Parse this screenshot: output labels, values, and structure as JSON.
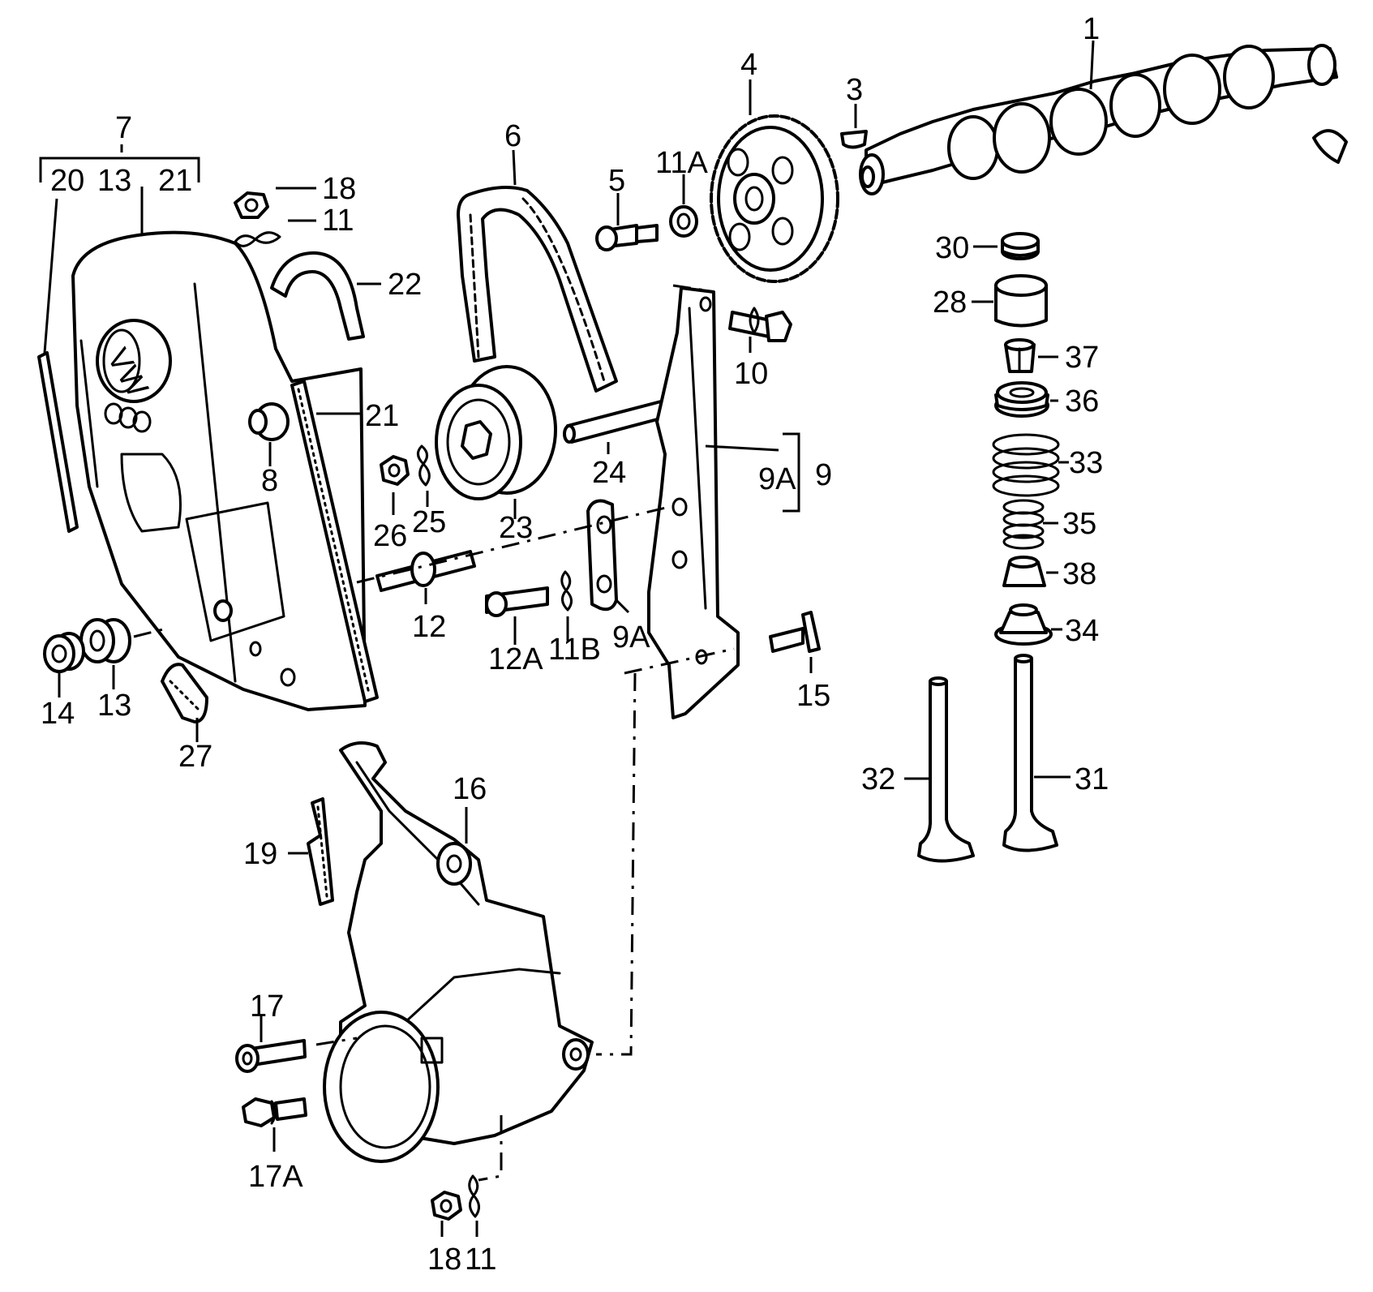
{
  "callouts": {
    "c1": "1",
    "c3": "3",
    "c4": "4",
    "c5": "5",
    "c6": "6",
    "c7": "7",
    "c7_20": "20",
    "c7_13": "13",
    "c7_21": "21",
    "c8": "8",
    "c9": "9",
    "c9A_brace": "9A",
    "c9A_plate": "9A",
    "c10": "10",
    "c11_top": "11",
    "c11A": "11A",
    "c11B": "11B",
    "c11_bottom": "11",
    "c12": "12",
    "c12A": "12A",
    "c13": "13",
    "c14": "14",
    "c15": "15",
    "c16": "16",
    "c17": "17",
    "c17A": "17A",
    "c18_top": "18",
    "c18_bottom": "18",
    "c19": "19",
    "c21": "21",
    "c22": "22",
    "c23": "23",
    "c24": "24",
    "c25": "25",
    "c26": "26",
    "c27": "27",
    "c28": "28",
    "c30": "30",
    "c31": "31",
    "c32": "32",
    "c33": "33",
    "c34": "34",
    "c35": "35",
    "c36": "36",
    "c37": "37",
    "c38": "38"
  },
  "logo_text": "VW"
}
